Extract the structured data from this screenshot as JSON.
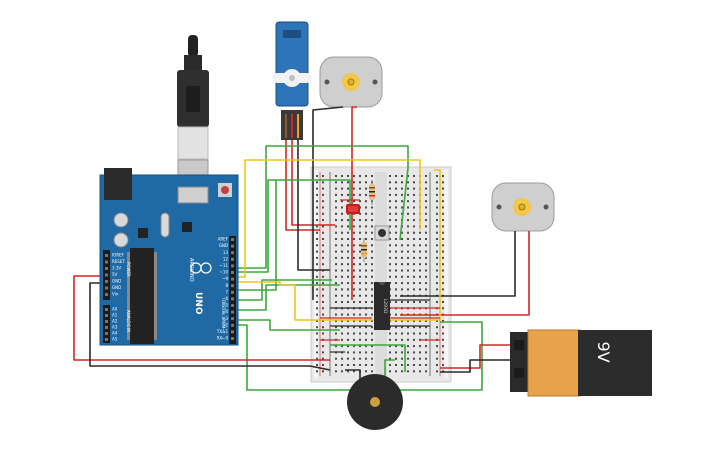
{
  "canvas": {
    "background": "#ffffff"
  },
  "arduino": {
    "brand": "ARDUINO",
    "model": "UNO",
    "board_color": "#1f6aa5",
    "power_header_labels": [
      "IOREF",
      "RESET",
      "3.3V",
      "5V",
      "GND",
      "GND",
      "Vin"
    ],
    "analog_header_labels": [
      "A0",
      "A1",
      "A2",
      "A3",
      "A4",
      "A5"
    ],
    "digital_header_labels": [
      "AREF",
      "GND",
      "13",
      "12",
      "~11",
      "~10",
      "~9",
      "8",
      "7",
      "~6",
      "~5",
      "4",
      "~3",
      "2",
      "TX→1",
      "RX←0"
    ],
    "section_labels": {
      "power": "POWER",
      "analog": "ANALOG IN",
      "digital": "DIGITAL (PWM~)"
    }
  },
  "breadboard": {
    "color": "#e8e8e8"
  },
  "driver_chip": {
    "label": "L293D"
  },
  "battery": {
    "label": "9V",
    "color": "#e8a24a"
  },
  "wire_colors": {
    "red": "#d32626",
    "black": "#2a2a2a",
    "green": "#3aa83a",
    "yellow": "#f0c419",
    "dark_green": "#1e7a1e"
  },
  "components": [
    "usb-cable",
    "servo",
    "dc-motor-top",
    "dc-motor-right",
    "resistors",
    "led",
    "pushbutton",
    "piezo-buzzer",
    "9v-battery"
  ]
}
